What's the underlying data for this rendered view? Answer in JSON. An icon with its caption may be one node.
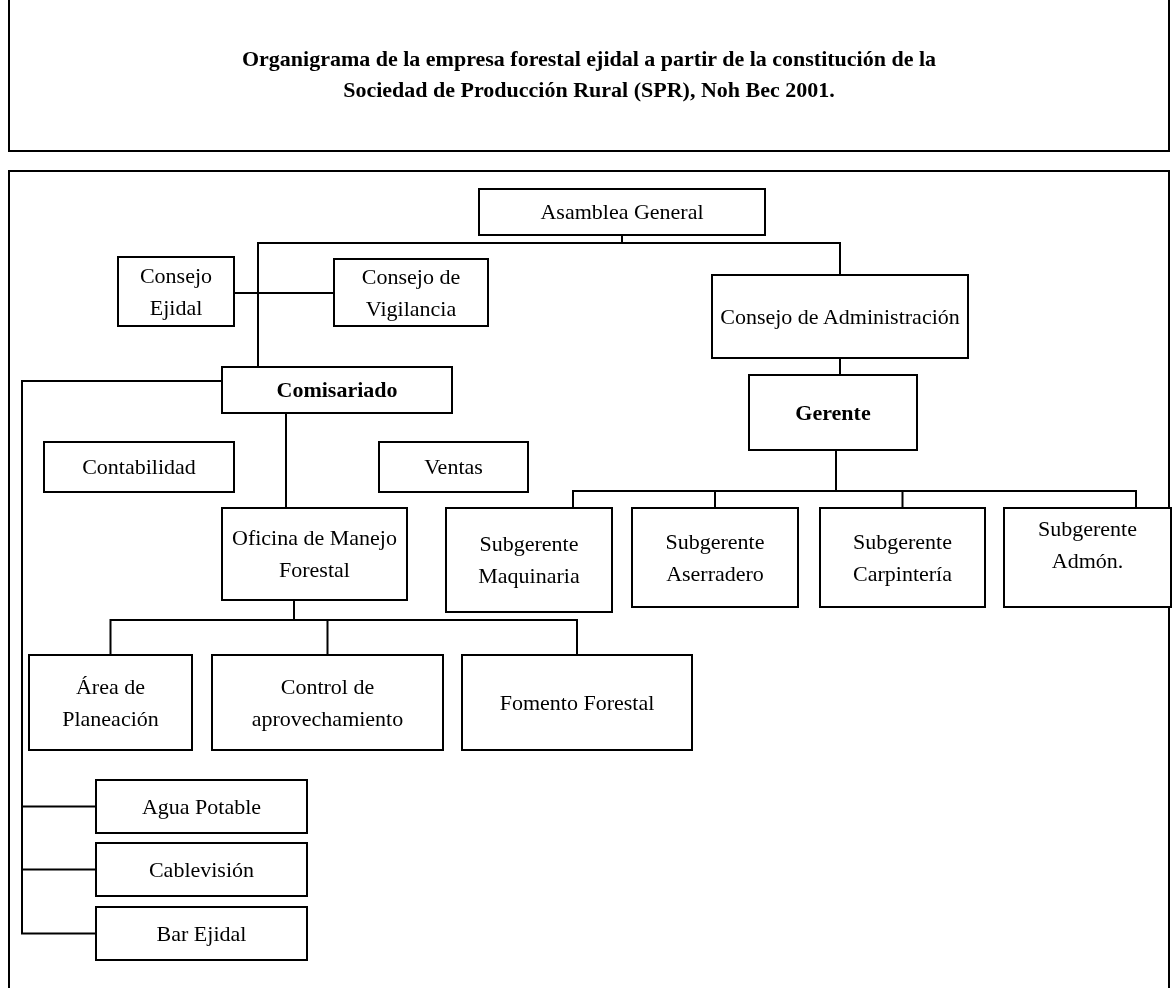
{
  "diagram": {
    "title": "Organigrama de la empresa forestal ejidal a partir de la constitución de la Sociedad de Producción Rural (SPR), Noh Bec 2001.",
    "nodes": [
      {
        "text": [
          "Asamblea General"
        ]
      },
      {
        "text": [
          "Consejo Ejidal"
        ]
      },
      {
        "text": [
          "Consejo de Vigilancia"
        ]
      },
      {
        "text": [
          "Consejo de Administración"
        ]
      },
      {
        "text": [
          "Comisariado"
        ]
      },
      {
        "text": [
          "Gerente"
        ]
      },
      {
        "text": [
          "Contabilidad"
        ]
      },
      {
        "text": [
          "Ventas"
        ]
      },
      {
        "text": [
          "Oficina de Manejo Forestal"
        ]
      },
      {
        "text": [
          "Subgerente Maquinaria"
        ]
      },
      {
        "text": [
          "Subgerente Aserradero"
        ]
      },
      {
        "text": [
          "Subgerente Carpintería"
        ]
      },
      {
        "text": [
          "Subgerente Admón."
        ]
      },
      {
        "text": [
          "Área de Planeación"
        ]
      },
      {
        "text": [
          "Control de aprovechamiento"
        ]
      },
      {
        "text": [
          "Fomento Forestal"
        ]
      },
      {
        "text": [
          "Agua Potable"
        ]
      },
      {
        "text": [
          "Cablevisión"
        ]
      },
      {
        "text": [
          "Bar Ejidal"
        ]
      }
    ],
    "edges": [
      {
        "from": 0,
        "to": 1,
        "arrow": "none"
      },
      {
        "from": 0,
        "to": 2,
        "arrow": "none"
      },
      {
        "from": 0,
        "to": 4,
        "arrow": "none"
      },
      {
        "from": 0,
        "to": 3,
        "arrow": "none"
      },
      {
        "from": 3,
        "to": 5,
        "arrow": "none"
      },
      {
        "from": 5,
        "to": 9,
        "arrow": "none"
      },
      {
        "from": 5,
        "to": 10,
        "arrow": "none"
      },
      {
        "from": 5,
        "to": 11,
        "arrow": "none"
      },
      {
        "from": 5,
        "to": 12,
        "arrow": "none"
      },
      {
        "from": 4,
        "to": 8,
        "arrow": "none"
      },
      {
        "from": 8,
        "to": 13,
        "arrow": "none"
      },
      {
        "from": 8,
        "to": 14,
        "arrow": "none"
      },
      {
        "from": 8,
        "to": 15,
        "arrow": "none"
      },
      {
        "from": 4,
        "to": 16,
        "arrow": "none"
      },
      {
        "from": 4,
        "to": 17,
        "arrow": "none"
      },
      {
        "from": 4,
        "to": 18,
        "arrow": "none"
      }
    ]
  }
}
